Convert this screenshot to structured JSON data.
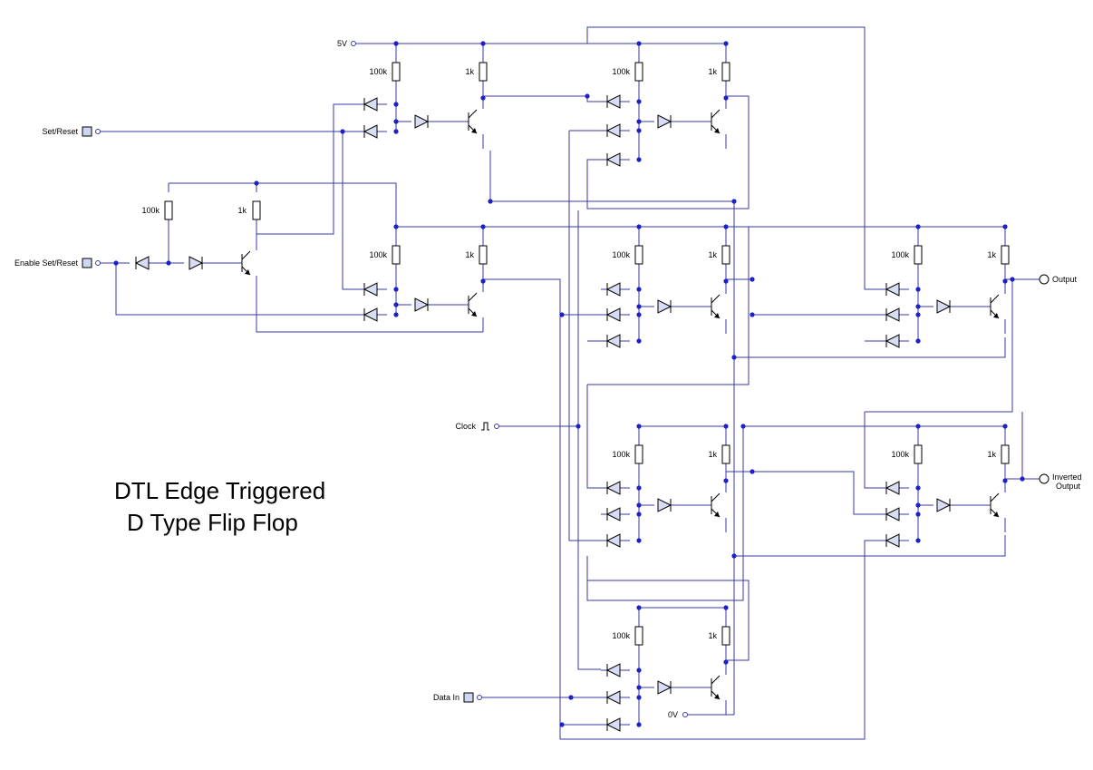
{
  "title_lines": [
    "DTL Edge Triggered",
    "D Type Flip Flop"
  ],
  "labels": {
    "supply": "5V",
    "ground": "0V",
    "set_reset": "Set/Reset",
    "enable_set_reset": "Enable Set/Reset",
    "clock": "Clock",
    "data_in": "Data In",
    "output": "Output",
    "inverted_output": [
      "Inverted",
      "Output"
    ]
  },
  "component_values": {
    "pullup": "100k",
    "collector": "1k"
  },
  "colors": {
    "wire": "#3a3aa8",
    "junction": "#1f1fc8",
    "diode_fill": "#d8dcf4",
    "terminal_fill": "#cfd6f2"
  }
}
